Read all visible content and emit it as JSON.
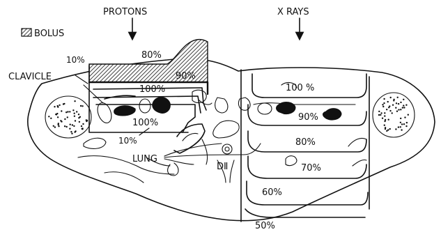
{
  "labels": {
    "protons": "PROTONS",
    "xrays": "X RAYS",
    "bolus": "BOLUS",
    "clavicle": "CLAVICLE",
    "lung": "LUNG",
    "d2": "DⅡ"
  },
  "proton_isodoses": {
    "p10_top": "10%",
    "p80": "80%",
    "p90": "90%",
    "p100_top": "100%",
    "p100_bottom": "100%",
    "p10_bottom": "10%"
  },
  "xray_isodoses": {
    "x100": "100 %",
    "x90": "90%",
    "x80": "80%",
    "x70": "70%",
    "x60": "60%",
    "x50": "50%"
  }
}
